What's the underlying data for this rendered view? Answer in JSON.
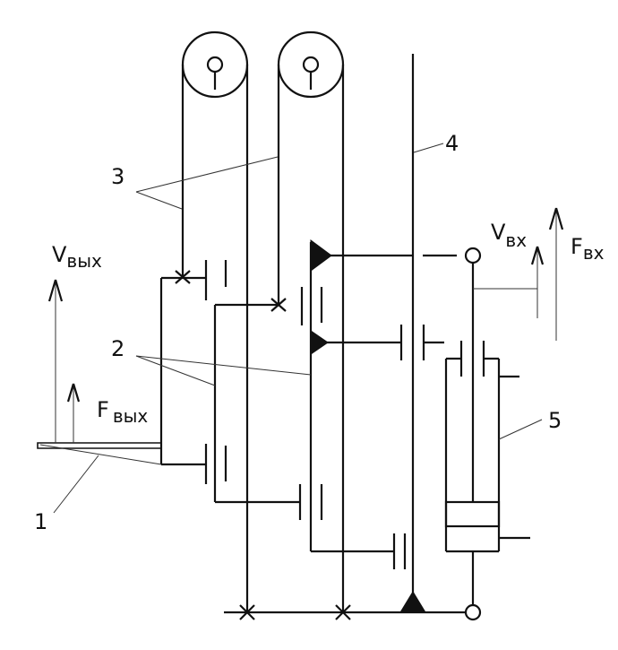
{
  "labels": {
    "n1": "1",
    "n2": "2",
    "n3": "3",
    "n4": "4",
    "n5": "5"
  },
  "forces": {
    "v_out": {
      "main": "V",
      "sub": "вых"
    },
    "f_out": {
      "main": "F",
      "sub": "вых"
    },
    "v_in": {
      "main": "V",
      "sub": "вх"
    },
    "f_in": {
      "main": "F",
      "sub": "вх"
    }
  }
}
